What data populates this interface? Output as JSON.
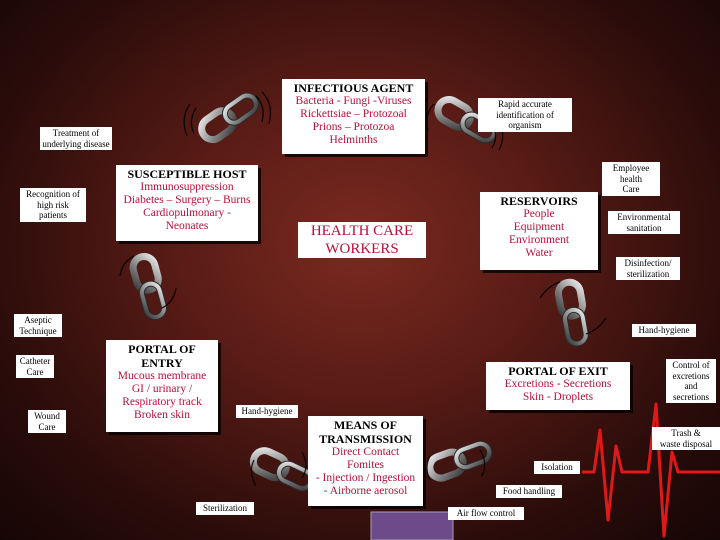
{
  "infectious_agent": {
    "title": "INFECTIOUS AGENT",
    "body": "Bacteria - Fungi -Viruses\nRickettsiae – Protozoal\nPrions – Protozoa\nHelminths"
  },
  "reservoirs": {
    "title": "RESERVOIRS",
    "body": "People\nEquipment\nEnvironment\nWater"
  },
  "portal_of_exit": {
    "title": "PORTAL OF EXIT",
    "body": "Excretions - Secretions\nSkin -  Droplets"
  },
  "means_of_transmission": {
    "title": "MEANS OF\nTRANSMISSION",
    "body": "Direct Contact\nFomites\n- Injection / Ingestion\n- Airborne aerosol"
  },
  "portal_of_entry": {
    "title": "PORTAL OF\nENTRY",
    "body": "Mucous membrane\nGI / urinary /\nRespiratory  track\nBroken skin"
  },
  "susceptible_host": {
    "title": "SUSCEPTIBLE HOST",
    "body": "Immunosuppression\nDiabetes – Surgery – Burns\nCardiopulmonary -\nNeonates"
  },
  "center_label": "HEALTH CARE\nWORKERS",
  "notes": {
    "rapid_identification": "Rapid accurate\nidentification of\norganism",
    "employee_health": "Employee\nhealth\nCare",
    "environmental_sanitation": "Environmental\nsanitation",
    "disinfection": "Disinfection/\nsterilization",
    "hand_hygiene_right": "Hand-hygiene",
    "control_excretions": "Control of\nexcretions\nand\nsecretions",
    "trash_waste": "Trash &\nwaste disposal",
    "isolation": "Isolation",
    "food_handling": "Food handling",
    "air_flow": "Air flow control",
    "sterilization": "Sterilization",
    "hand_hygiene_left": "Hand-hygiene",
    "catheter_care": "Catheter\nCare",
    "wound_care": "Wound\nCare",
    "aseptic_technique": "Aseptic\nTechnique",
    "recognition": "Recognition of\nhigh risk\npatients",
    "treatment": "Treatment of\nunderlying disease"
  }
}
